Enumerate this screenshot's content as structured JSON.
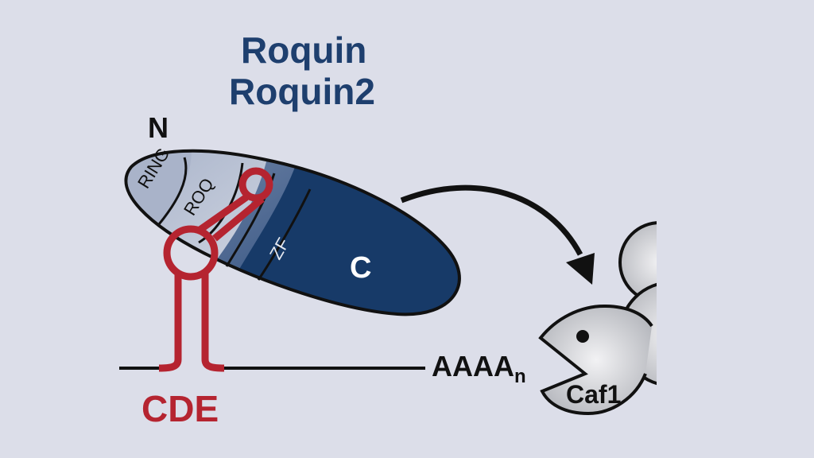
{
  "title": {
    "line1": "Roquin",
    "line2": "Roquin2"
  },
  "labels": {
    "n_terminus": "N",
    "c_terminus": "C",
    "ring": "RING",
    "roq": "ROQ",
    "zf": "ZF",
    "cde": "CDE",
    "polya": "AAAA",
    "polya_sub": "n",
    "caf1": "Caf1"
  },
  "colors": {
    "title": "#1e3f6e",
    "c_domain": "#173a68",
    "rna": "#b52430",
    "background": "#dcdee9"
  }
}
